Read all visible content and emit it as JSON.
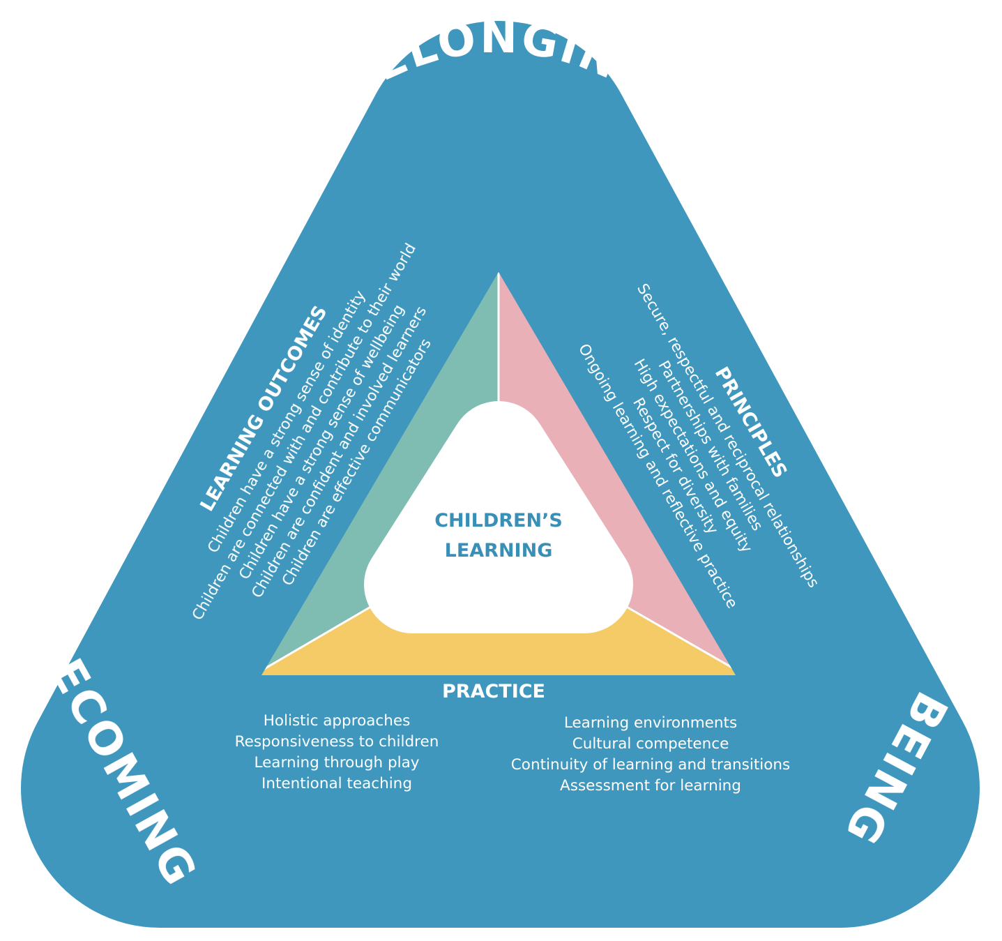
{
  "colors": {
    "band": "#3f97bd",
    "band_light": "#c9e4ef",
    "outcomes": "#7fbcb2",
    "principles": "#e9b0b8",
    "practice": "#f4cb67",
    "center_text": "#3a8fb7"
  },
  "band": {
    "top": "BELONGING",
    "left": "BECOMING",
    "right": "BEING"
  },
  "center": {
    "line1": "CHILDREN’S",
    "line2": "LEARNING"
  },
  "outcomes": {
    "title": "LEARNING OUTCOMES",
    "items": [
      "Children have a strong sense of identity",
      "Children are connected with and contribute to their world",
      "Children have a strong sense of wellbeing",
      "Children are confident and involved learners",
      "Children are effective communicators"
    ]
  },
  "principles": {
    "title": "PRINCIPLES",
    "items": [
      "Secure, respectful and reciprocal relationships",
      "Partnerships with families",
      "High expectations and equity",
      "Respect for diversity",
      "Ongoing learning and reflective practice"
    ]
  },
  "practice": {
    "title": "PRACTICE",
    "left_items": [
      "Holistic approaches",
      "Responsiveness to children",
      "Learning through play",
      "Intentional teaching"
    ],
    "right_items": [
      "Learning environments",
      "Cultural competence",
      "Continuity of learning and transitions",
      "Assessment for learning"
    ]
  }
}
